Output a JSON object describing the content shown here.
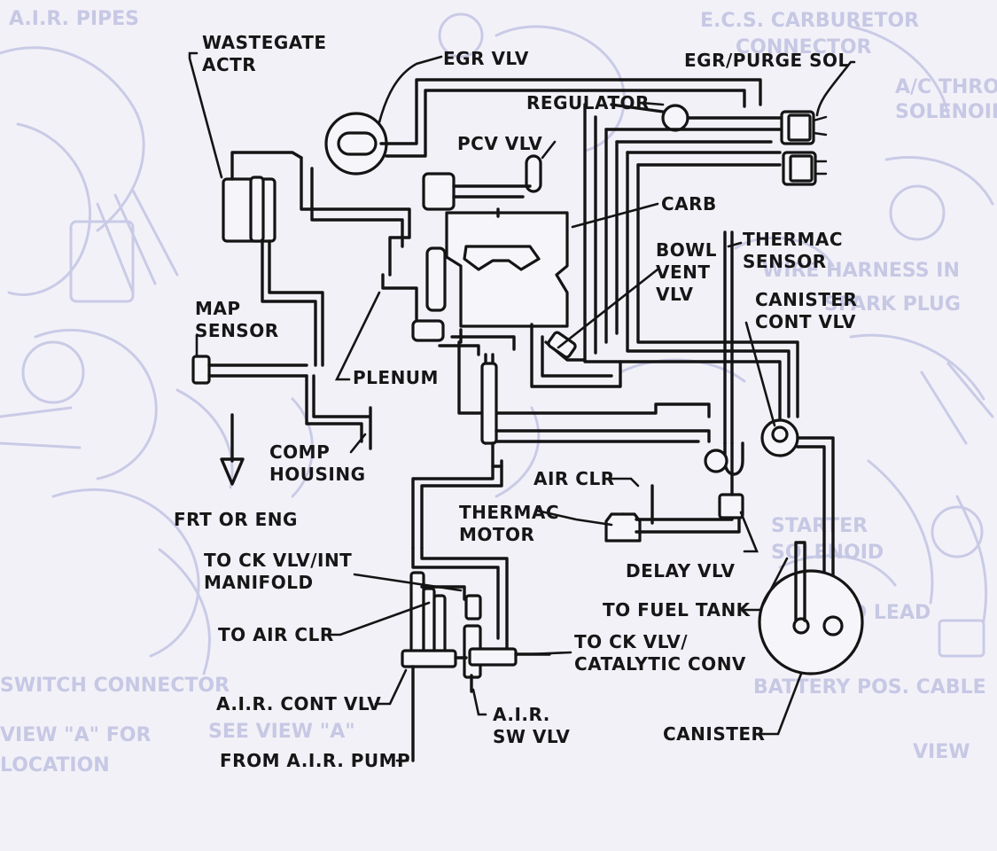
{
  "labels": {
    "wastegate_actr": [
      "WASTEGATE",
      "ACTR"
    ],
    "egr_vlv": "EGR VLV",
    "egr_purge_sol": "EGR/PURGE SOL",
    "regulator": "REGULATOR",
    "pcv_vlv": "PCV VLV",
    "carb": "CARB",
    "bowl_vent_vlv": [
      "BOWL",
      "VENT",
      "VLV"
    ],
    "thermac_sensor": [
      "THERMAC",
      "SENSOR"
    ],
    "canister_cont_vlv": [
      "CANISTER",
      "CONT VLV"
    ],
    "map_sensor": [
      "MAP",
      "SENSOR"
    ],
    "plenum": "PLENUM",
    "comp_housing": [
      "COMP",
      "HOUSING"
    ],
    "frt_or_eng": "FRT OR ENG",
    "air_clr": "AIR CLR",
    "thermac_motor": [
      "THERMAC",
      "MOTOR"
    ],
    "delay_vlv": "DELAY VLV",
    "to_ck_vlv_int_manifold": [
      "TO CK VLV/INT",
      "MANIFOLD"
    ],
    "to_fuel_tank": "TO FUEL TANK",
    "to_air_clr": "TO AIR CLR",
    "to_ck_vlv_catalytic_conv": [
      "TO CK VLV/",
      "CATALYTIC CONV"
    ],
    "air_cont_vlv": "A.I.R. CONT VLV",
    "air_sw_vlv": [
      "A.I.R.",
      "SW VLV"
    ],
    "canister": "CANISTER",
    "from_air_pump": "FROM A.I.R. PUMP"
  },
  "background_text": {
    "air_pipes": "A.I.R. PIPES",
    "ecs_carb_connector": "E.C.S. CARBURETOR",
    "connector": "CONNECTOR",
    "ac_throttle": "A/C THROT",
    "solenoid": "SOLENOID",
    "harness": "WIRE HARNESS IN",
    "spark_plug": "SPARK PLUG",
    "starter": "STARTER",
    "solenoid2": "SOLENOID",
    "ground_lead": "GROUND LEAD",
    "battery_pos_cable": "BATTERY POS. CABLE",
    "see_view_a": "SEE VIEW \"A\"",
    "switch_connector": "SWITCH CONNECTOR",
    "view_a": "VIEW \"A\" FOR",
    "location": "LOCATION",
    "view_x": "VIEW"
  },
  "colors": {
    "ink": "#141414",
    "paper": "#f3f1f8",
    "ghost": "#c9cbe6"
  }
}
